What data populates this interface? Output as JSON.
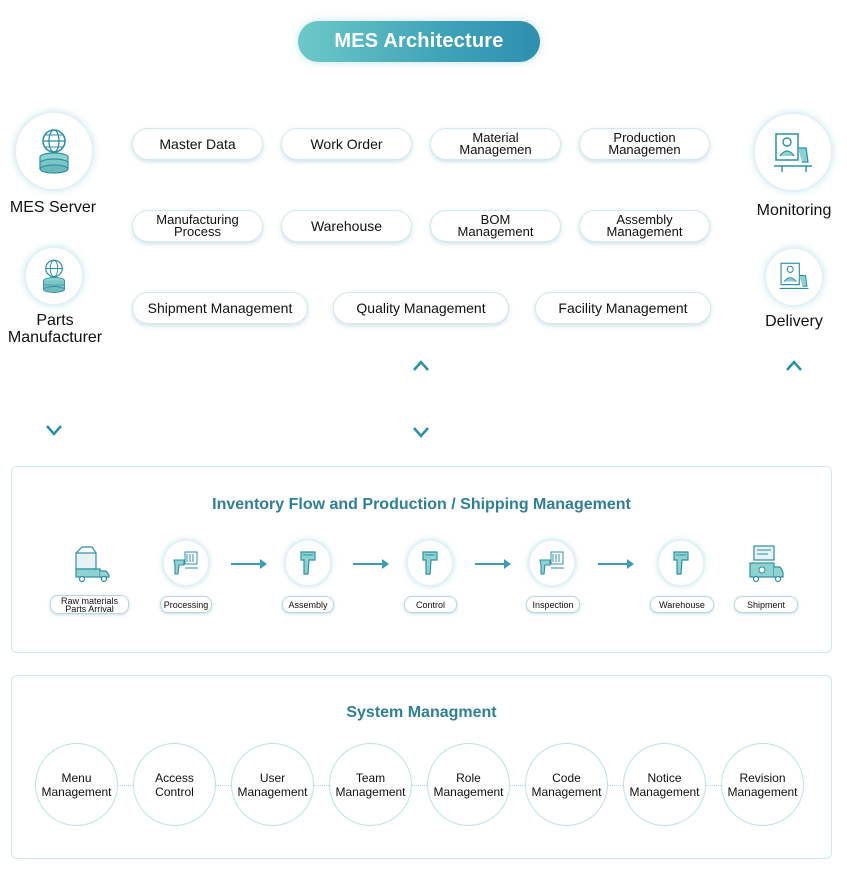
{
  "title": "MES Architecture",
  "left": {
    "server_label": "MES Server",
    "parts_label": "Parts\nManufacturer"
  },
  "right": {
    "monitoring_label": "Monitoring",
    "delivery_label": "Delivery"
  },
  "modules": {
    "row1": [
      "Master Data",
      "Work Order",
      "Material\nManagemen",
      "Production\nManagemen"
    ],
    "row2": [
      "Manufacturing\nProcess",
      "Warehouse",
      "BOM\nManagement",
      "Assembly\nManagement"
    ],
    "row3": [
      "Shipment Management",
      "Quality Management",
      "Facility Management"
    ]
  },
  "inventory": {
    "title": "Inventory Flow and Production / Shipping Management",
    "steps": [
      "Raw materials\nParts Arrival",
      "Processing",
      "Assembly",
      "Control",
      "Inspection",
      "Warehouse",
      "Shipment"
    ]
  },
  "system": {
    "title": "System Managment",
    "items": [
      "Menu\nManagement",
      "Access\nControl",
      "User\nManagement",
      "Team\nManagement",
      "Role\nManagement",
      "Code\nManagement",
      "Notice\nManagement",
      "Revision\nManagement"
    ]
  },
  "colors": {
    "accent": "#3d9bb5",
    "accent_light": "#6cc9c7",
    "title_text": "#2f7f99",
    "border": "#cfe6ec"
  },
  "icons": {
    "server": "server-globe-icon",
    "monitoring": "person-monitor-icon",
    "delivery": "delivery-person-icon",
    "scanner": "barcode-scanner-icon",
    "truck": "truck-boxes-icon"
  }
}
